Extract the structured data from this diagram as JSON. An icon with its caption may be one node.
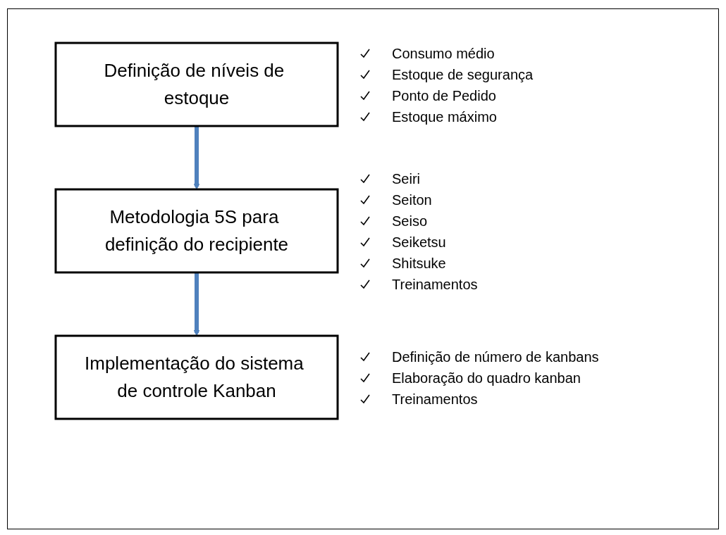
{
  "diagram": {
    "nodes": [
      {
        "text": [
          "Definição de níveis de estoque"
        ],
        "beside": [
          "Consumo médio",
          "Estoque de segurança",
          "Ponto de Pedido",
          "Estoque máximo"
        ]
      },
      {
        "text": [
          "Metodologia 5S para definição do recipiente"
        ],
        "beside": [
          "Seiri",
          "Seiton",
          "Seiso",
          "Seiketsu",
          "Shitsuke",
          "Treinamentos"
        ]
      },
      {
        "text": [
          "Implementação do sistema de controle Kanban"
        ],
        "beside": [
          "Definição de número de kanbans",
          "Elaboração do quadro kanban",
          "Treinamentos"
        ]
      }
    ],
    "edges": [
      {
        "from": 0,
        "to": 1,
        "arrow": "to"
      },
      {
        "from": 1,
        "to": 2,
        "arrow": "to"
      }
    ]
  }
}
